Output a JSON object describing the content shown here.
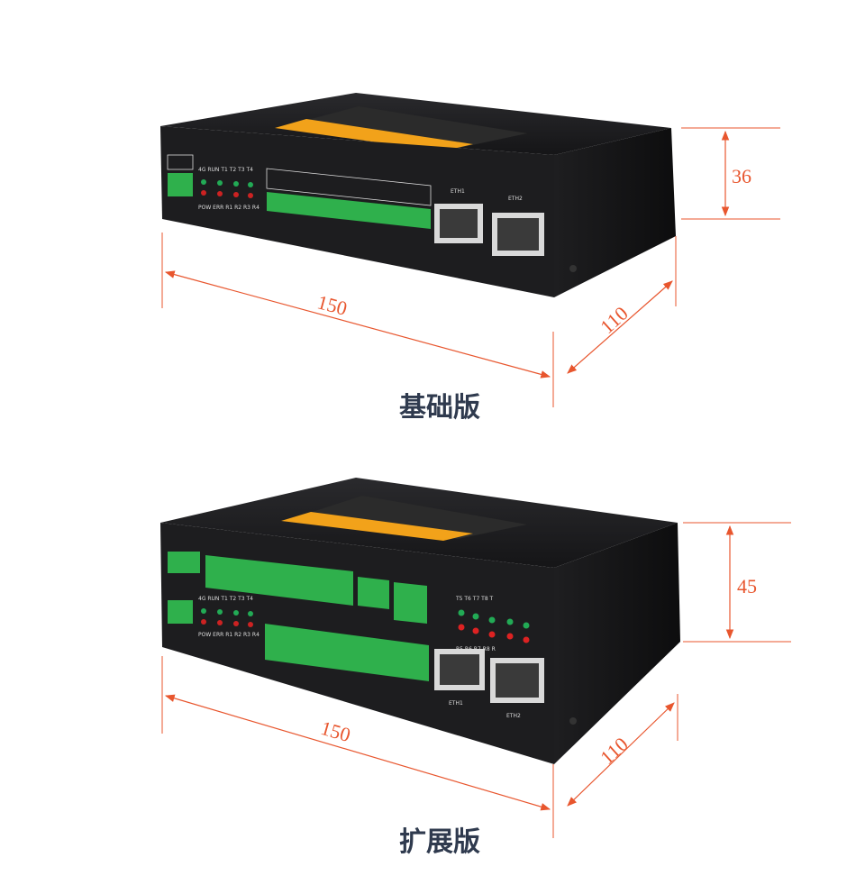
{
  "colors": {
    "dimension": "#e8562e",
    "caption": "#2f3a4e",
    "device": "#1a1a1c",
    "terminal": "#2fb04c",
    "label": "#f2a21a"
  },
  "basic": {
    "caption": "基础版",
    "width": "150",
    "depth": "110",
    "height": "36",
    "ports": [
      "ETH1",
      "ETH2"
    ],
    "indicators_top": [
      "4G",
      "RUN",
      "T1",
      "T2",
      "T3",
      "T4"
    ],
    "indicators_bottom": [
      "POW",
      "ERR",
      "R1",
      "R2",
      "R3",
      "R4"
    ]
  },
  "extended": {
    "caption": "扩展版",
    "width": "150",
    "depth": "110",
    "height": "45",
    "ports": [
      "ETH1",
      "ETH2"
    ],
    "indicators_top": [
      "4G",
      "RUN",
      "T1",
      "T2",
      "T3",
      "T4"
    ],
    "indicators_bottom": [
      "POW",
      "ERR",
      "R1",
      "R2",
      "R3",
      "R4"
    ],
    "ext_top": [
      "T5",
      "T6",
      "T7",
      "T8",
      "T"
    ],
    "ext_bottom": [
      "R5",
      "R6",
      "R7",
      "R8",
      "R"
    ]
  }
}
